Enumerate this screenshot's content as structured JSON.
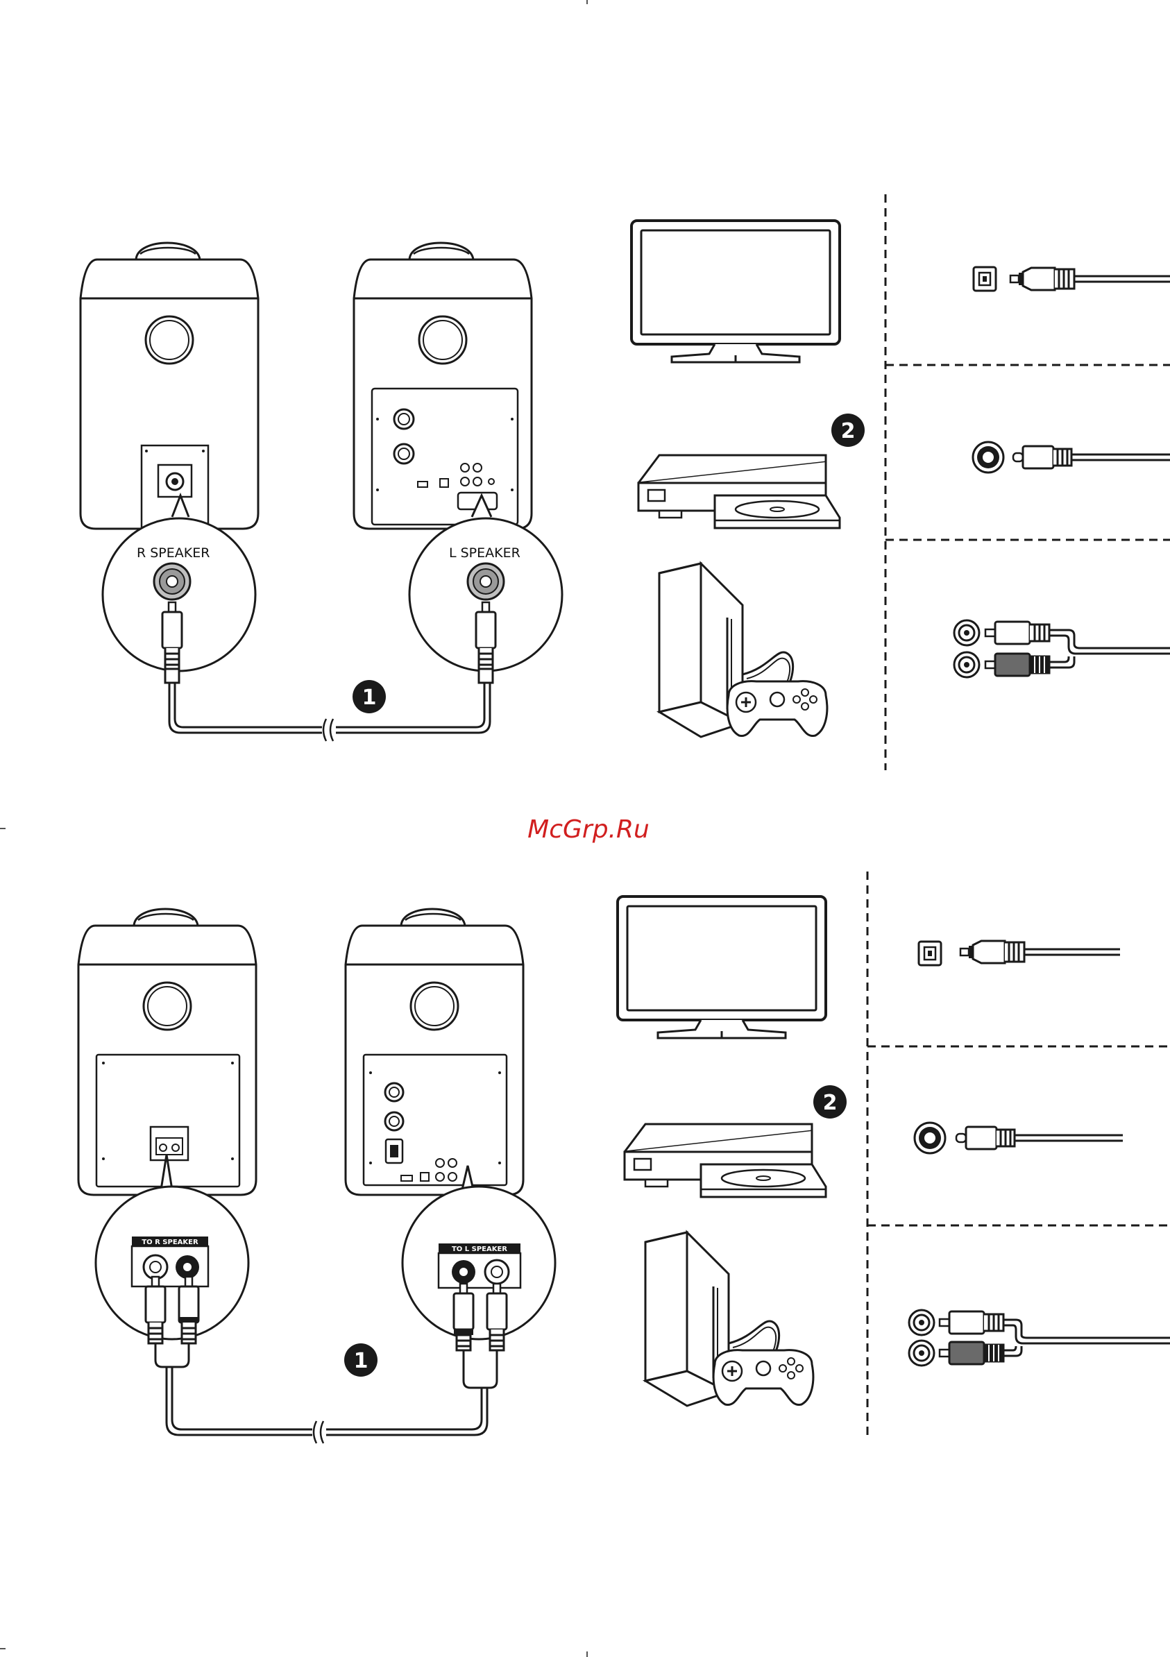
{
  "watermark": "McGrp.Ru",
  "top": {
    "r_speaker_label": "R  SPEAKER",
    "l_speaker_label": "L  SPEAKER",
    "step1": "1",
    "step2": "2"
  },
  "bottom": {
    "to_r_speaker_label": "TO R SPEAKER",
    "to_l_speaker_label": "TO L SPEAKER",
    "step1": "1",
    "step2": "2"
  },
  "colors": {
    "line": "#1a1a1a",
    "watermark": "#d11f1f",
    "plug_dark": "#555555",
    "grey": "#bfbfbf"
  }
}
